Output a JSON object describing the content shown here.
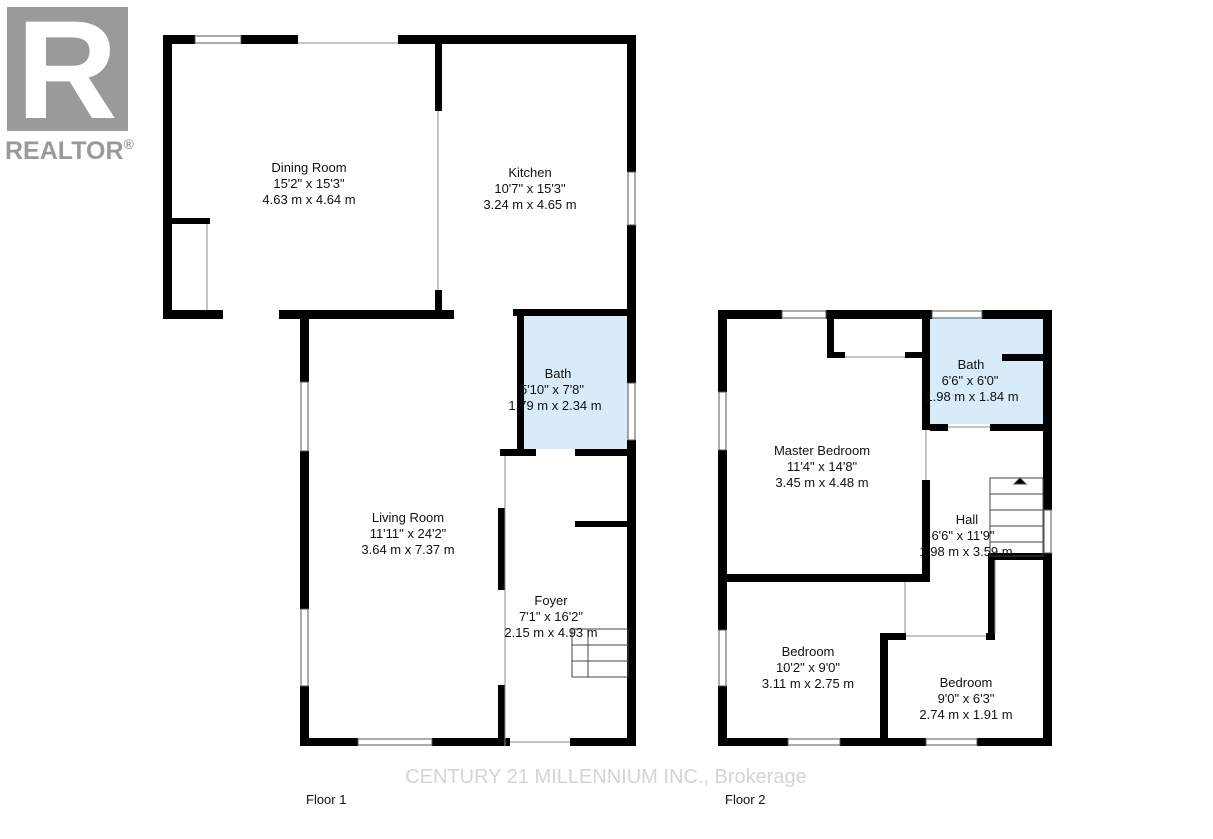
{
  "logo": {
    "letter": "R",
    "wordmark": "REALTOR",
    "reg_mark": "®"
  },
  "watermark": "CENTURY 21 MILLENNIUM INC., Brokerage",
  "floors": [
    {
      "label": "Floor 1",
      "rooms": [
        {
          "name": "Dining Room",
          "imperial": "15'2\" x 15'3\"",
          "metric": "4.63 m x 4.64 m"
        },
        {
          "name": "Kitchen",
          "imperial": "10'7\" x 15'3\"",
          "metric": "3.24 m x 4.65 m"
        },
        {
          "name": "Bath",
          "imperial": "5'10\" x 7'8\"",
          "metric": "1.79 m x 2.34 m"
        },
        {
          "name": "Living Room",
          "imperial": "11'11\" x 24'2\"",
          "metric": "3.64 m x 7.37 m"
        },
        {
          "name": "Foyer",
          "imperial": "7'1\" x 16'2\"",
          "metric": "2.15 m x 4.93 m"
        }
      ]
    },
    {
      "label": "Floor 2",
      "rooms": [
        {
          "name": "Bath",
          "imperial": "6'6\" x 6'0\"",
          "metric": "1.98 m x 1.84 m"
        },
        {
          "name": "Master Bedroom",
          "imperial": "11'4\" x 14'8\"",
          "metric": "3.45 m x 4.48 m"
        },
        {
          "name": "Hall",
          "imperial": "6'6\" x 11'9\"",
          "metric": "1.98 m x 3.59 m"
        },
        {
          "name": "Bedroom",
          "imperial": "10'2\" x 9'0\"",
          "metric": "3.11 m x 2.75 m"
        },
        {
          "name": "Bedroom",
          "imperial": "9'0\" x 6'3\"",
          "metric": "2.74 m x 1.91 m"
        }
      ]
    }
  ],
  "colors": {
    "wall": "#000000",
    "bath_fill": "#d7ebf8",
    "logo": "#9a9a9a",
    "watermark": "#d4d4d4"
  }
}
